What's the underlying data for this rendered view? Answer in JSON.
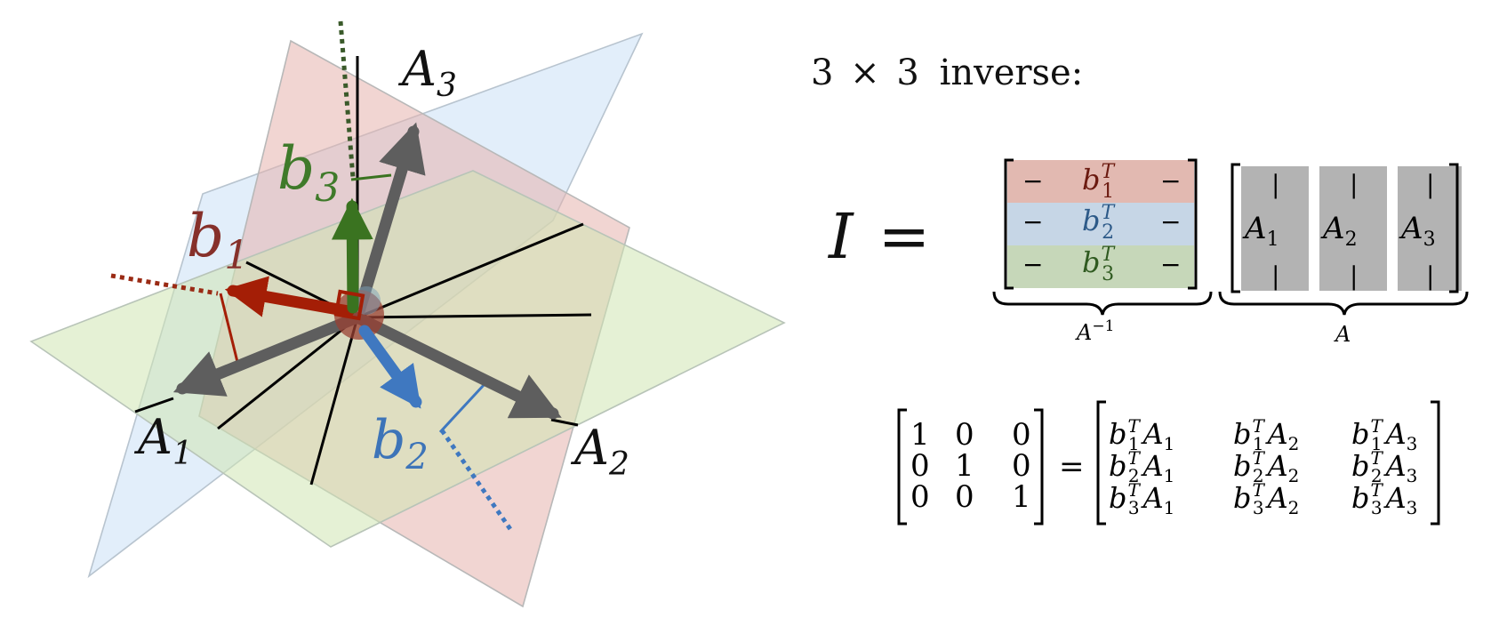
{
  "title": {
    "number": "3",
    "times": "×",
    "number2": "3",
    "text": "inverse:"
  },
  "identity_eq": {
    "lhs": "I",
    "equals": "="
  },
  "row_matrix": {
    "dash": "−",
    "rows": [
      {
        "base": "b",
        "sub": "1",
        "sup": "T",
        "color": "#e2b9b1"
      },
      {
        "base": "b",
        "sub": "2",
        "sup": "T",
        "color": "#c6d6e6"
      },
      {
        "base": "b",
        "sub": "3",
        "sup": "T",
        "color": "#c6d7b9"
      }
    ],
    "brace_label": {
      "base": "A",
      "sup": "−1"
    }
  },
  "col_matrix": {
    "bar": "|",
    "cols": [
      {
        "base": "A",
        "sub": "1"
      },
      {
        "base": "A",
        "sub": "2"
      },
      {
        "base": "A",
        "sub": "3"
      }
    ],
    "color": "#b3b3b3",
    "brace_label": "A"
  },
  "identity_matrix": [
    [
      "1",
      "0",
      "0"
    ],
    [
      "0",
      "1",
      "0"
    ],
    [
      "0",
      "0",
      "1"
    ]
  ],
  "product_equals": "=",
  "product_matrix": [
    [
      {
        "b": "1",
        "a": "1"
      },
      {
        "b": "1",
        "a": "2"
      },
      {
        "b": "1",
        "a": "3"
      }
    ],
    [
      {
        "b": "2",
        "a": "1"
      },
      {
        "b": "2",
        "a": "2"
      },
      {
        "b": "2",
        "a": "3"
      }
    ],
    [
      {
        "b": "3",
        "a": "1"
      },
      {
        "b": "3",
        "a": "2"
      },
      {
        "b": "3",
        "a": "3"
      }
    ]
  ],
  "product_symbols": {
    "b": "b",
    "a": "A",
    "sup": "T"
  },
  "diagram": {
    "labels": {
      "A1": {
        "base": "A",
        "sub": "1"
      },
      "A2": {
        "base": "A",
        "sub": "2"
      },
      "A3": {
        "base": "A",
        "sub": "3"
      },
      "b1": {
        "base": "b",
        "sub": "1"
      },
      "b2": {
        "base": "b",
        "sub": "2"
      },
      "b3": {
        "base": "b",
        "sub": "3"
      }
    },
    "colors": {
      "plane_red": "#e6b3ad",
      "plane_blue": "#cfe3f7",
      "plane_green": "#cfe6b3",
      "arrow_gray": "#5e5e5e",
      "b1": "#a41e06",
      "b2": "#3f78c0",
      "b3": "#3a7320",
      "b1_label": "#86302a",
      "b2_label": "#3d74b8",
      "b3_label": "#3f7a2a"
    }
  }
}
